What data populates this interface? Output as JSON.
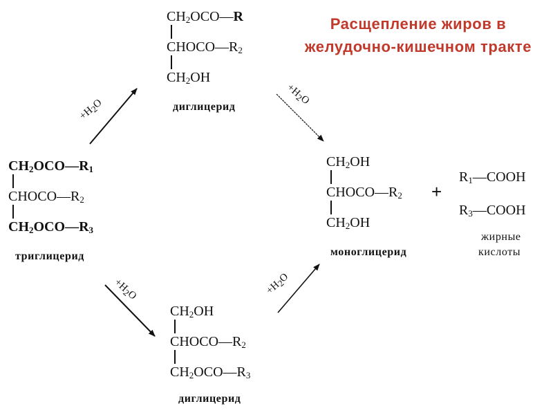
{
  "title": "Расщепление жиров в желудочно-кишечном тракте",
  "triglyceride": {
    "rows": [
      {
        "c": "CH",
        "s": "2",
        "r": "OCO",
        "grp": "R",
        "gs": "1"
      },
      {
        "c": "CH",
        "s": "",
        "r": "OCO",
        "grp": "R",
        "gs": "2"
      },
      {
        "c": "CH",
        "s": "2",
        "r": "OCO",
        "grp": "R",
        "gs": "3"
      }
    ],
    "name": "триглицерид"
  },
  "diglyceride_top": {
    "rows": [
      {
        "c": "CH",
        "s": "2",
        "r": "OCO",
        "grp": "R",
        "gs": ""
      },
      {
        "c": "CH",
        "s": "",
        "r": "OCO",
        "grp": "R",
        "gs": "2"
      },
      {
        "c": "CH",
        "s": "2",
        "r": "OH",
        "grp": "",
        "gs": ""
      }
    ],
    "name": "диглицерид"
  },
  "diglyceride_bottom": {
    "rows": [
      {
        "c": "CH",
        "s": "2",
        "r": "OH",
        "grp": "",
        "gs": ""
      },
      {
        "c": "CH",
        "s": "",
        "r": "OCO",
        "grp": "R",
        "gs": "2"
      },
      {
        "c": "CH",
        "s": "2",
        "r": "OCO",
        "grp": "R",
        "gs": "3"
      }
    ],
    "name": "диглицерид"
  },
  "monoglyceride": {
    "rows": [
      {
        "c": "CH",
        "s": "2",
        "r": "OH",
        "grp": "",
        "gs": ""
      },
      {
        "c": "CH",
        "s": "",
        "r": "OCO",
        "grp": "R",
        "gs": "2"
      },
      {
        "c": "CH",
        "s": "2",
        "r": "OH",
        "grp": "",
        "gs": ""
      }
    ],
    "name": "моноглицерид"
  },
  "plus": "+",
  "fatty_acids": {
    "rows": [
      {
        "grp": "R",
        "gs": "1",
        "tail": "COOH"
      },
      {
        "grp": "R",
        "gs": "3",
        "tail": "COOH"
      }
    ],
    "name_line1": "жирные",
    "name_line2": "кислоты"
  },
  "reagent": {
    "base": "+H",
    "sub": "2",
    "tail": "O"
  }
}
